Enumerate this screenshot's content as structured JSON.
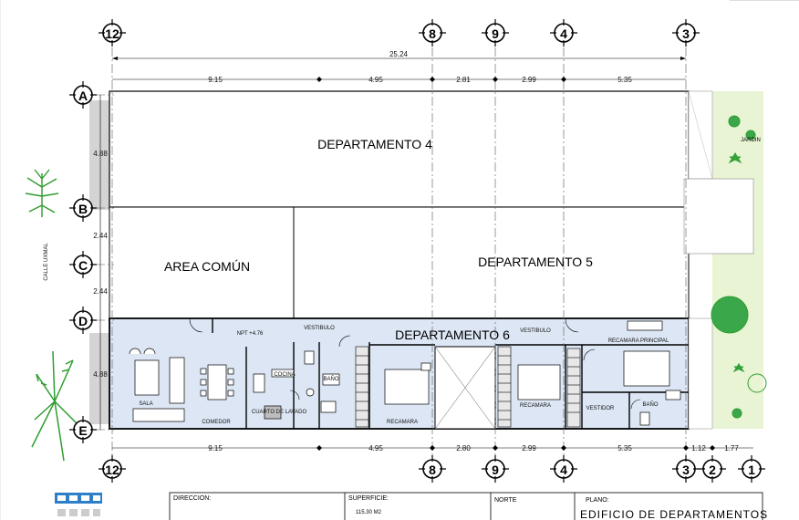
{
  "grid_columns": [
    "12",
    "8",
    "9",
    "4",
    "3",
    "2",
    "1"
  ],
  "grid_rows": [
    "A",
    "B",
    "C",
    "D",
    "E"
  ],
  "dimensions_top": {
    "overall": "25.24",
    "spans": [
      "9.15",
      "4.95",
      "2.81",
      "2.99",
      "5.35"
    ]
  },
  "dimensions_bottom": {
    "spans": [
      "9.15",
      "4.95",
      "2.80",
      "2.99",
      "5.35",
      "1.12",
      "1.77"
    ]
  },
  "dimensions_left": [
    "4.88",
    "2.44",
    "2.44",
    "4.88"
  ],
  "street_label": "CALLE UXMAL",
  "garden_label": "JARDIN",
  "rooms": {
    "dept4": "DEPARTAMENTO 4",
    "dept5": "DEPARTAMENTO  5",
    "dept6": "DEPARTAMENTO 6",
    "common": "AREA COMÚN",
    "sala": "SALA",
    "comedor": "COMEDOR",
    "cocina": "COCINA",
    "cuarto_lavado": "CUARTO DE LAVADO",
    "bano1": "BAÑO",
    "recamara1": "RECAMARA",
    "vestibulo1": "VESTIBULO",
    "npt": "NPT +4.76",
    "vestibulo2": "VESTIBULO",
    "recamara2": "RECAMARA",
    "recamara_principal": "RECAMARA PRINCIPAL",
    "vestidor": "VESTIDOR",
    "bano2": "BAÑO"
  },
  "title_block": {
    "direccion_label": "DIRECCION:",
    "superficie_label": "SUPERFICIE:",
    "superficie_value": "115.30 M2",
    "norte_label": "NORTE",
    "plano_label": "PLANO:",
    "plano_value": "EDIFICIO DE DEPARTAMENTOS"
  },
  "colors": {
    "dept6_fill": "#dce6f4",
    "common_wall": "#d9d9d9",
    "garden_fill": "#c8e6a0",
    "tree_green": "#2e9d2e",
    "logo_blue": "#2f7fc8"
  }
}
